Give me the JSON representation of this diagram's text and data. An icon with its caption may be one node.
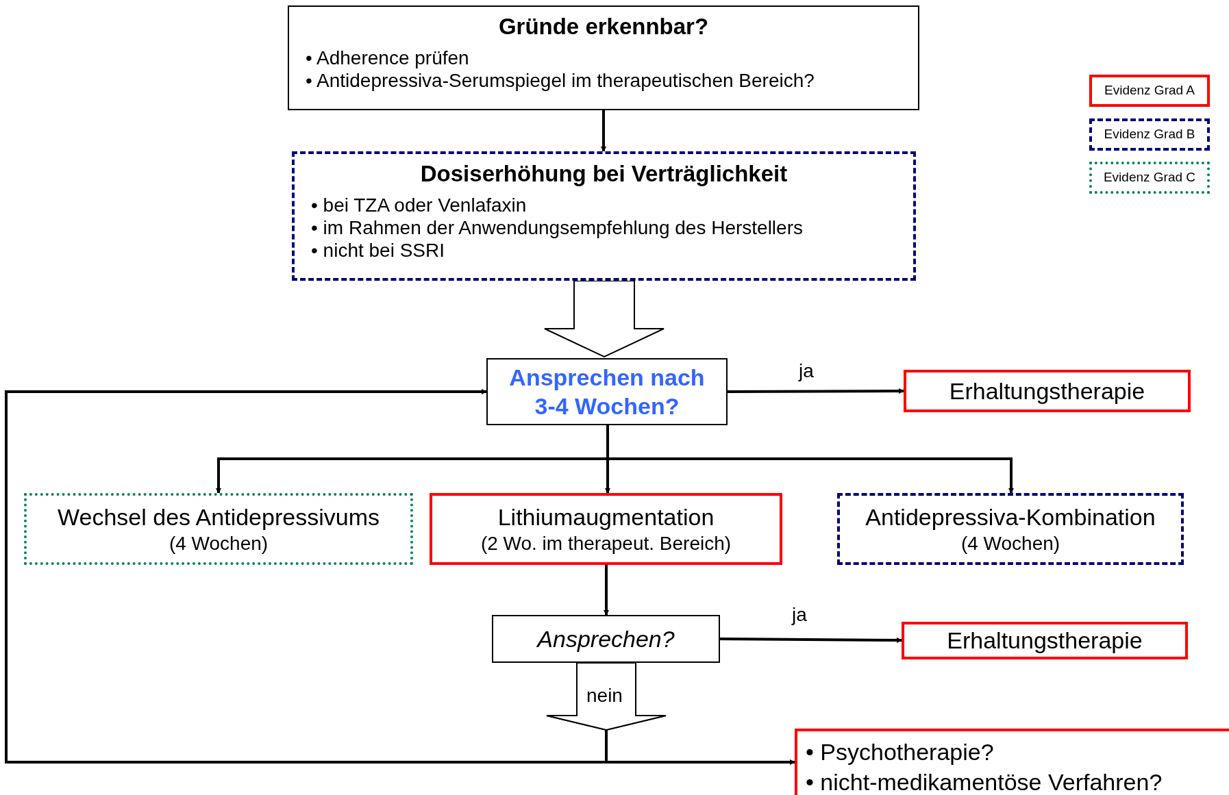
{
  "diagram": {
    "nodes": [
      {
        "text": [
          "Gründe erkennbar?",
          "• Adherence prüfen",
          "• Antidepressiva-Serumspiegel im therapeutischen Bereich?"
        ]
      },
      {
        "text": [
          "Dosiserhöhung bei Verträglichkeit",
          "• bei TZA oder Venlafaxin",
          "• im Rahmen der Anwendungsempfehlung des Herstellers",
          "• nicht bei SSRI"
        ]
      },
      {
        "text": [
          "Ansprechen nach 3-4 Wochen?"
        ]
      },
      {
        "text": [
          "Erhaltungstherapie"
        ]
      },
      {
        "text": [
          "Wechsel des Antidepressivums",
          "(4 Wochen)"
        ]
      },
      {
        "text": [
          "Lithiumaugmentation",
          "(2 Wo. im therapeut. Bereich)"
        ]
      },
      {
        "text": [
          "Antidepressiva-Kombination",
          "(4 Wochen)"
        ]
      },
      {
        "text": [
          "Ansprechen?"
        ]
      },
      {
        "text": [
          "Erhaltungstherapie"
        ]
      },
      {
        "text": [
          "• Psychotherapie?",
          "• nicht-medikamentöse Verfahren?"
        ]
      }
    ],
    "edges": [
      {
        "from": 0,
        "to": 1,
        "arrow": "to"
      },
      {
        "from": 1,
        "to": 2,
        "arrow": "to"
      },
      {
        "from": 2,
        "to": 3,
        "arrow": "to",
        "label": "ja"
      },
      {
        "from": 2,
        "to": 4,
        "arrow": "to"
      },
      {
        "from": 2,
        "to": 5,
        "arrow": "to"
      },
      {
        "from": 2,
        "to": 6,
        "arrow": "to"
      },
      {
        "from": 5,
        "to": 7,
        "arrow": "to"
      },
      {
        "from": 7,
        "to": 8,
        "arrow": "to",
        "label": "ja"
      },
      {
        "from": 7,
        "to": 9,
        "arrow": "to",
        "label": "nein"
      },
      {
        "from": 7,
        "to": 2,
        "arrow": "to"
      }
    ],
    "legend": [
      {
        "text": "Evidenz Grad A",
        "color": "#ff0000"
      },
      {
        "text": "Evidenz Grad B",
        "color": "#000080"
      },
      {
        "text": "Evidenz Grad C",
        "color": "#008060"
      }
    ]
  }
}
